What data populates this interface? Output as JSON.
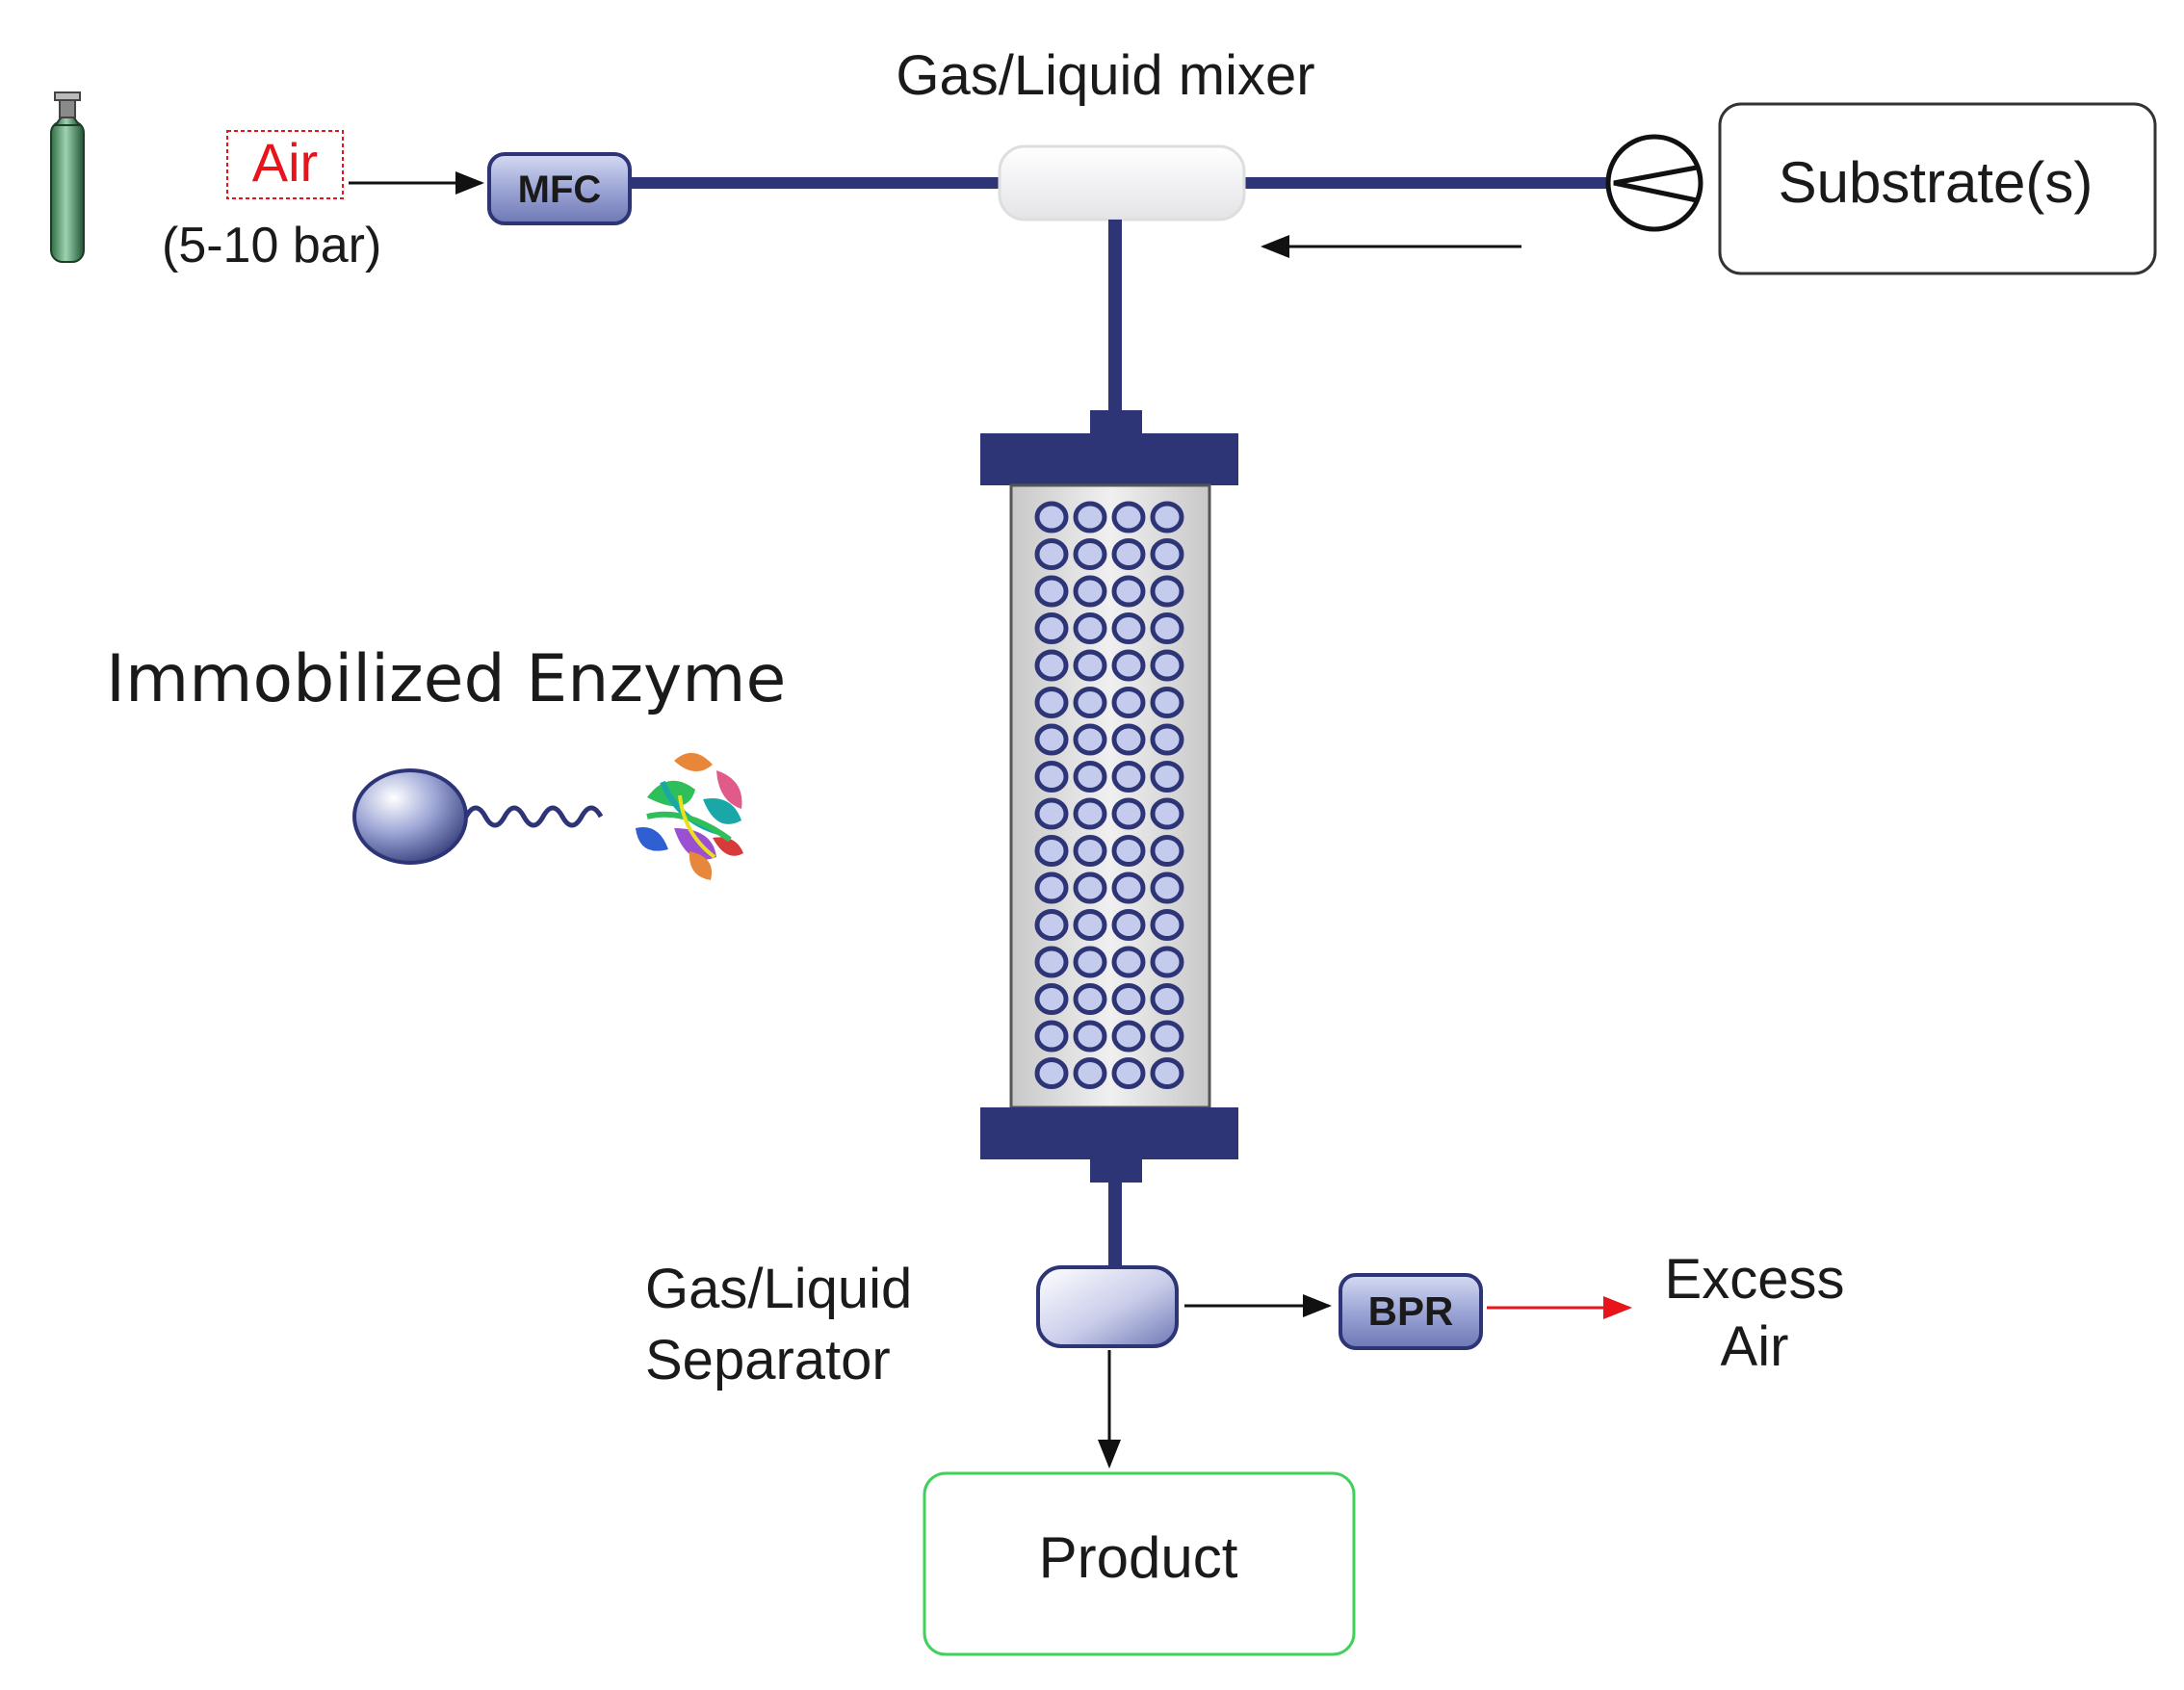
{
  "labels": {
    "air": "Air",
    "pressure": "(5-10 bar)",
    "mfc": "MFC",
    "mixer": "Gas/Liquid mixer",
    "substrate": "Substrate(s)",
    "immobilized_enzyme": "Immobilized Enzyme",
    "separator_line1": "Gas/Liquid",
    "separator_line2": "Separator",
    "bpr": "BPR",
    "excess_line1": "Excess",
    "excess_line2": "Air",
    "product": "Product"
  },
  "colors": {
    "pipe": "#2d3577",
    "air_text": "#e8141c",
    "excess_arrow": "#e8141c",
    "product_border": "#3fd15a",
    "component_fill": "#9da6d6"
  },
  "icons": {
    "gas_cylinder": "gas-cylinder-icon",
    "pump": "pump-icon",
    "enzyme_bead": "bead-icon",
    "protein": "protein-structure-icon"
  },
  "column": {
    "rows": 16,
    "cols": 4
  }
}
